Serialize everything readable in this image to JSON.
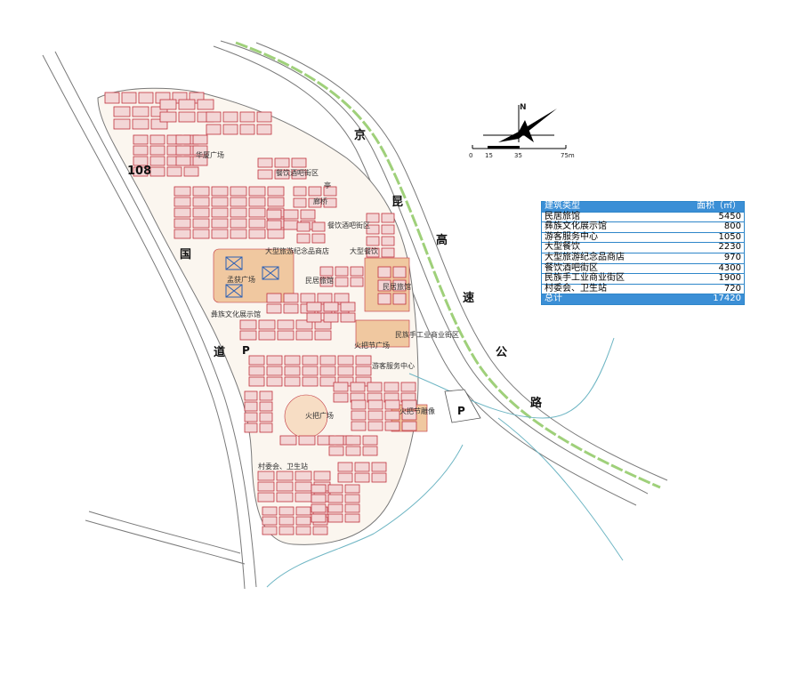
{
  "map": {
    "north_label": "N",
    "scale_ticks": [
      "0",
      "15",
      "35",
      "75m"
    ],
    "road_labels": {
      "expressway": [
        "京",
        "昆",
        "高",
        "速",
        "公",
        "路"
      ],
      "national_road": [
        "108",
        "国",
        "道"
      ]
    },
    "parking_label": "P",
    "places": {
      "p1": "华厦广场",
      "p2": "餐饮酒吧街区",
      "p3": "亭",
      "p4": "廊桥",
      "p5": "餐饮酒吧街区",
      "p6": "大型旅游纪念品商店",
      "p7": "大型餐饮",
      "p8": "孟获广场",
      "p9": "民居旅馆",
      "p10": "民居旅馆",
      "p11": "彝族文化展示馆",
      "p12": "民族手工业商业街区",
      "p13": "火把节广场",
      "p14": "游客服务中心",
      "p15": "火把广场",
      "p16": "火把节雕像",
      "p17": "村委会、卫生站"
    }
  },
  "legend": {
    "header": {
      "type": "建筑类型",
      "area": "面积（㎡）"
    },
    "rows": [
      {
        "name": "民居旅馆",
        "value": "5450"
      },
      {
        "name": "彝族文化展示馆",
        "value": "800"
      },
      {
        "name": "游客服务中心",
        "value": "1050"
      },
      {
        "name": "大型餐饮",
        "value": "2230"
      },
      {
        "name": "大型旅游纪念品商店",
        "value": "970"
      },
      {
        "name": "餐饮酒吧街区",
        "value": "4300"
      },
      {
        "name": "民族手工业商业街区",
        "value": "1900"
      },
      {
        "name": "村委会、卫生站",
        "value": "720"
      }
    ],
    "total": {
      "name": "总计",
      "value": "17420"
    }
  },
  "colors": {
    "road_line": "#7a7a7a",
    "green_belt": "#9fd07a",
    "building_outline": "#c0313c",
    "building_fill": "#f3d6d6",
    "plaza_fill": "#f0c8a0",
    "legend_blue": "#3b8fd6",
    "water_line": "#6fb6c4"
  }
}
